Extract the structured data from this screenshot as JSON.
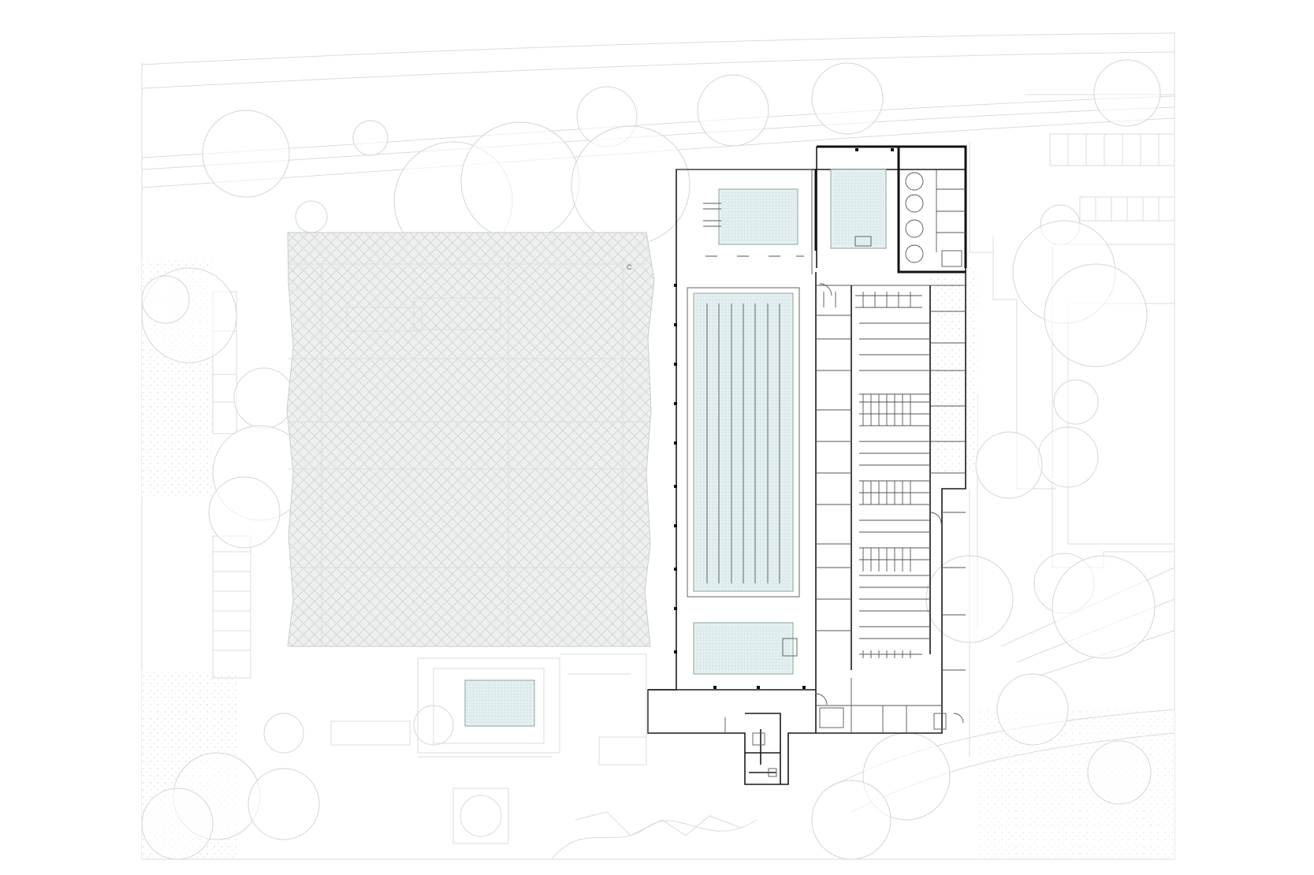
{
  "drawing": {
    "type": "architectural-site-plan",
    "subject": "aquatic-centre",
    "labels": {
      "roof_mark": "C"
    },
    "colors": {
      "background": "#ffffff",
      "site_lines": "#d9dcdc",
      "walls": "#111111",
      "pool_water": "#e6f1f2",
      "roof_hatch": "#cfd3d3"
    },
    "elements": {
      "pools": [
        "training-pool",
        "main-lap-pool",
        "learner-pool",
        "spa-pool",
        "outdoor-pool"
      ],
      "lap_pool_lanes": 8
    }
  }
}
